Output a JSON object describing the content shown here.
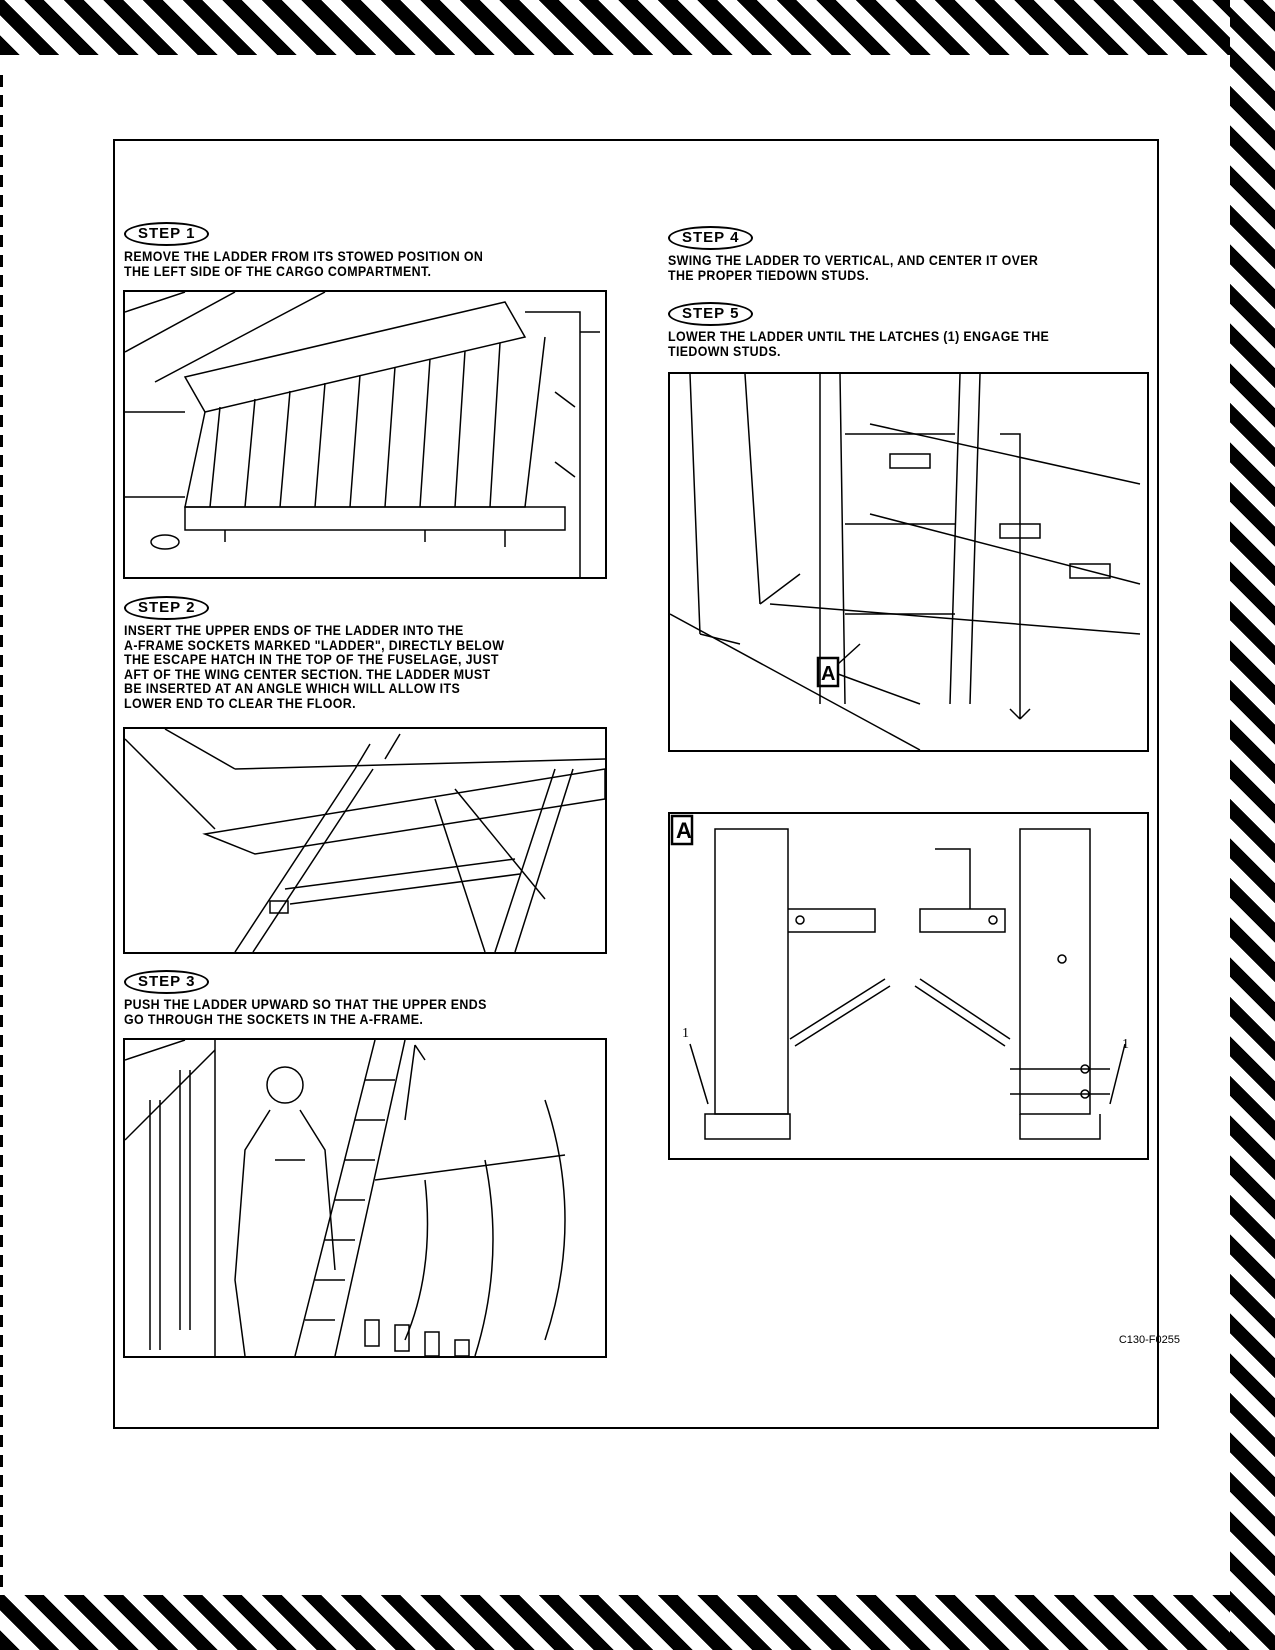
{
  "steps": [
    {
      "label": "STEP 1",
      "text": "REMOVE THE LADDER FROM ITS STOWED POSITION ON\nTHE LEFT SIDE OF THE CARGO COMPARTMENT."
    },
    {
      "label": "STEP 2",
      "text": "INSERT THE UPPER ENDS OF THE LADDER INTO THE\nA-FRAME SOCKETS MARKED \"LADDER\", DIRECTLY BELOW\nTHE ESCAPE HATCH IN THE TOP OF THE FUSELAGE, JUST\nAFT OF THE WING CENTER SECTION. THE LADDER MUST\nBE INSERTED AT AN ANGLE WHICH WILL ALLOW ITS\nLOWER END TO CLEAR THE FLOOR."
    },
    {
      "label": "STEP 3",
      "text": "PUSH THE LADDER UPWARD SO THAT THE UPPER ENDS\nGO THROUGH THE SOCKETS IN THE A-FRAME."
    },
    {
      "label": "STEP 4",
      "text": "SWING THE LADDER TO VERTICAL, AND CENTER IT OVER\nTHE PROPER TIEDOWN STUDS."
    },
    {
      "label": "STEP 5",
      "text": "LOWER THE LADDER UNTIL THE LATCHES (1) ENGAGE THE\nTIEDOWN STUDS."
    }
  ],
  "detail": {
    "view_label": "A",
    "callout_left": "1",
    "callout_right": "1"
  },
  "figure_id": "C130-F0255"
}
